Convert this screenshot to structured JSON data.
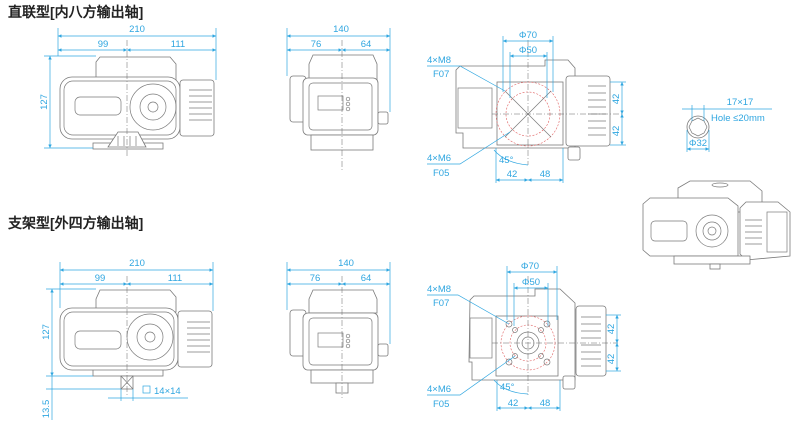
{
  "sections": [
    {
      "title": "直联型[内八方输出轴]"
    },
    {
      "title": "支架型[外四方输出轴]"
    }
  ],
  "top": {
    "front": {
      "overall": "210",
      "left": "99",
      "right": "111",
      "height": "127"
    },
    "side": {
      "overall": "140",
      "left": "76",
      "right": "64"
    },
    "bottom": {
      "phi70": "Φ70",
      "phi50": "Φ50",
      "m8": "4×M8",
      "f07": "F07",
      "m6": "4×M6",
      "f05": "F05",
      "angle": "45°",
      "d42a": "42",
      "d42b": "42",
      "d42c": "42",
      "d48": "48"
    },
    "shaft": {
      "square": "17×17",
      "hole": "Hole ≤20mm",
      "diameter": "Φ32"
    }
  },
  "bottom": {
    "front": {
      "overall": "210",
      "left": "99",
      "right": "111",
      "height": "127",
      "stem": "13.5",
      "square": "14×14"
    },
    "side": {
      "overall": "140",
      "left": "76",
      "right": "64"
    },
    "bottom": {
      "phi70": "Φ70",
      "phi50": "Φ50",
      "m8": "4×M8",
      "f07": "F07",
      "m6": "4×M6",
      "f05": "F05",
      "angle": "45°",
      "d42a": "42",
      "d42b": "42",
      "d42c": "42",
      "d48": "48"
    }
  },
  "colors": {
    "dimension": "#2fa6e0",
    "outline": "#7a7a7a",
    "flange": "#e06060"
  }
}
